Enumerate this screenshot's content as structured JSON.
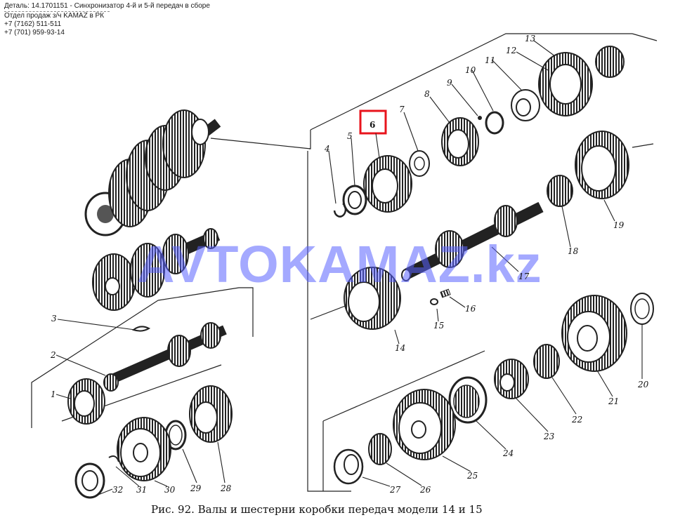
{
  "header": {
    "line1": "Деталь: 14.1701151 - Синхронизатор 4-й и 5-й передач в сборе",
    "line2": "Отдел продаж з/ч KAMAZ в РК",
    "line3": "+7 (7162) 511-511",
    "line4": "+7 (701) 959-93-14"
  },
  "diagram": {
    "caption": "Рис. 92. Валы и шестерни коробки передач модели 14  и 15",
    "watermark": "AVTOKAMAZ.kz",
    "highlight_color": "#e8141c",
    "watermark_color": "#5a63ff",
    "labels": {
      "p1": "1",
      "p2": "2",
      "p3": "3",
      "p4": "4",
      "p5": "5",
      "p6": "6",
      "p7": "7",
      "p8": "8",
      "p9": "9",
      "p10": "10",
      "p11": "11",
      "p12": "12",
      "p13": "13",
      "p14": "14",
      "p15": "15",
      "p16": "16",
      "p17": "17",
      "p18": "18",
      "p19": "19",
      "p20": "20",
      "p21": "21",
      "p22": "22",
      "p23": "23",
      "p24": "24",
      "p25": "25",
      "p26": "26",
      "p27": "27",
      "p28": "28",
      "p29": "29",
      "p30": "30",
      "p31": "31",
      "p32": "32"
    }
  }
}
